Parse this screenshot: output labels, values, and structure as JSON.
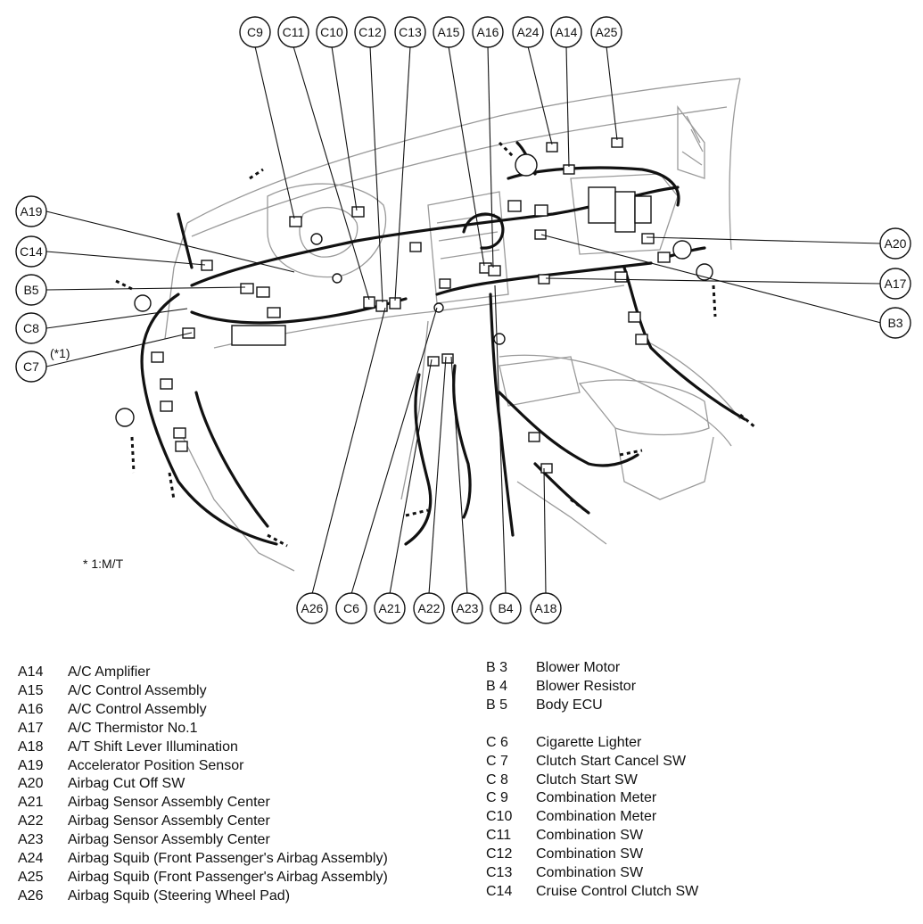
{
  "note": "* 1:M/T",
  "footnote_mark": "(*1)",
  "top_labels": [
    "C9",
    "C11",
    "C10",
    "C12",
    "C13",
    "A15",
    "A16",
    "A24",
    "A14",
    "A25"
  ],
  "left_labels": [
    "A19",
    "C14",
    "B5",
    "C8",
    "C7"
  ],
  "right_labels": [
    "A20",
    "A17",
    "B3"
  ],
  "bottom_labels": [
    "A26",
    "C6",
    "A21",
    "A22",
    "A23",
    "B4",
    "A18"
  ],
  "legend_left": [
    {
      "code": "A14",
      "name": "A/C Amplifier"
    },
    {
      "code": "A15",
      "name": "A/C Control Assembly"
    },
    {
      "code": "A16",
      "name": "A/C Control Assembly"
    },
    {
      "code": "A17",
      "name": "A/C Thermistor No.1"
    },
    {
      "code": "A18",
      "name": "A/T Shift Lever Illumination"
    },
    {
      "code": "A19",
      "name": "Accelerator Position Sensor"
    },
    {
      "code": "A20",
      "name": "Airbag Cut Off SW"
    },
    {
      "code": "A21",
      "name": "Airbag Sensor Assembly Center"
    },
    {
      "code": "A22",
      "name": "Airbag Sensor Assembly Center"
    },
    {
      "code": "A23",
      "name": "Airbag Sensor Assembly Center"
    },
    {
      "code": "A24",
      "name": "Airbag Squib (Front Passenger's Airbag Assembly)"
    },
    {
      "code": "A25",
      "name": "Airbag Squib (Front Passenger's Airbag Assembly)"
    },
    {
      "code": "A26",
      "name": "Airbag Squib (Steering Wheel Pad)"
    }
  ],
  "legend_right_b": [
    {
      "code": "B 3",
      "name": "Blower Motor"
    },
    {
      "code": "B 4",
      "name": "Blower Resistor"
    },
    {
      "code": "B 5",
      "name": "Body ECU"
    }
  ],
  "legend_right_c": [
    {
      "code": "C 6",
      "name": "Cigarette Lighter"
    },
    {
      "code": "C 7",
      "name": "Clutch Start Cancel SW"
    },
    {
      "code": "C 8",
      "name": "Clutch Start SW"
    },
    {
      "code": "C 9",
      "name": "Combination Meter"
    },
    {
      "code": "C10",
      "name": "Combination Meter"
    },
    {
      "code": "C11",
      "name": "Combination SW"
    },
    {
      "code": "C12",
      "name": "Combination SW"
    },
    {
      "code": "C13",
      "name": "Combination SW"
    },
    {
      "code": "C14",
      "name": "Cruise Control Clutch SW"
    }
  ]
}
